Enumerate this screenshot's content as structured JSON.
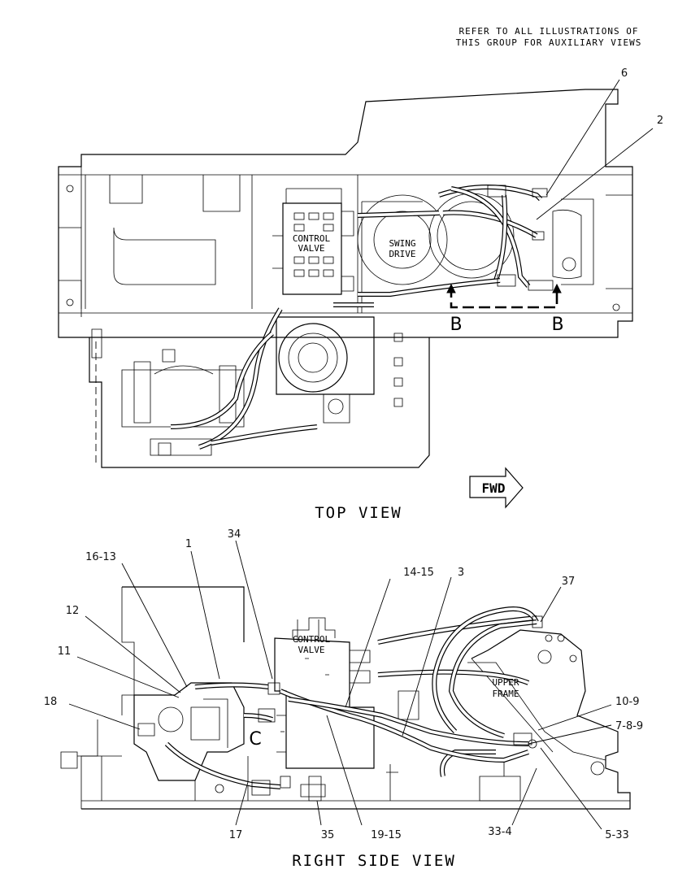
{
  "note": [
    "REFER TO ALL ILLUSTRATIONS OF",
    "THIS GROUP FOR AUXILIARY VIEWS"
  ],
  "top_view": {
    "title": "TOP VIEW",
    "control_valve": [
      "CONTROL",
      "VALVE"
    ],
    "swing_drive": [
      "SWING",
      "DRIVE"
    ],
    "section_left": "B",
    "section_right": "B",
    "fwd": "FWD",
    "callouts": [
      "6",
      "2"
    ]
  },
  "side_view": {
    "title": "RIGHT SIDE VIEW",
    "control_valve": [
      "CONTROL",
      "VALVE"
    ],
    "upper_frame": [
      "UPPER",
      "FRAME"
    ],
    "view_c": "C",
    "callouts": [
      "16-13",
      "1",
      "34",
      "14-15",
      "3",
      "37",
      "12",
      "11",
      "18",
      "10-9",
      "7-8-9",
      "17",
      "35",
      "19-15",
      "33-4",
      "5-33"
    ]
  }
}
